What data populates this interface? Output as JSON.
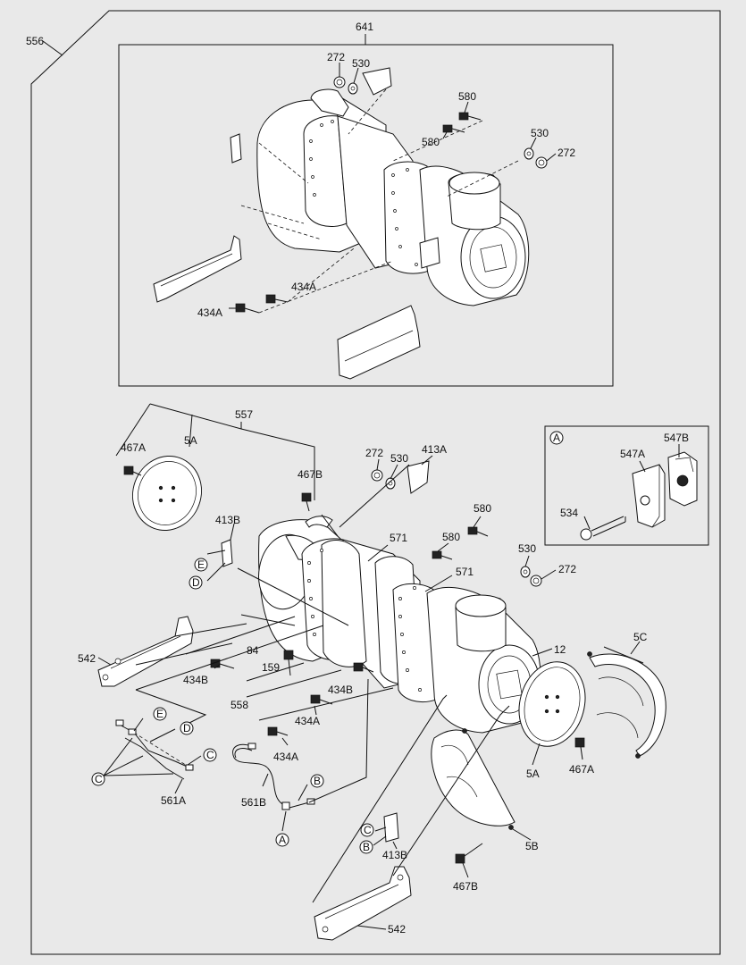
{
  "labels": {
    "l556": "556",
    "l641": "641",
    "t272a": "272",
    "t530a": "530",
    "t580a": "580",
    "t580b": "580",
    "t530b": "530",
    "t272b": "272",
    "t434Aa": "434A",
    "t434Ab": "434A",
    "t557": "557",
    "t467Aa": "467A",
    "t5Aa": "5A",
    "t467Ba": "467B",
    "t272c": "272",
    "t530c": "530",
    "t413Aa": "413A",
    "t413Ba": "413B",
    "t571a": "571",
    "t580c": "580",
    "t580d": "580",
    "t571b": "571",
    "t530d": "530",
    "t272d": "272",
    "t542a": "542",
    "t84": "84",
    "t434Ba": "434B",
    "t159": "159",
    "t434Bb": "434B",
    "t558": "558",
    "t434Ac": "434A",
    "t434Ad": "434A",
    "t12": "12",
    "t5C": "5C",
    "t5Ab": "5A",
    "t467Ab": "467A",
    "t561A": "561A",
    "t561B": "561B",
    "t413Bb": "413B",
    "t5B": "5B",
    "t467Bb": "467B",
    "t542b": "542",
    "t547B": "547B",
    "t547A": "547A",
    "t534": "534"
  },
  "callouts": {
    "A1": "A",
    "A2": "A",
    "E1": "E",
    "D1": "D",
    "E2": "E",
    "D2": "D",
    "C1": "C",
    "C2": "C",
    "B1": "B",
    "C3": "C",
    "B2": "B"
  }
}
